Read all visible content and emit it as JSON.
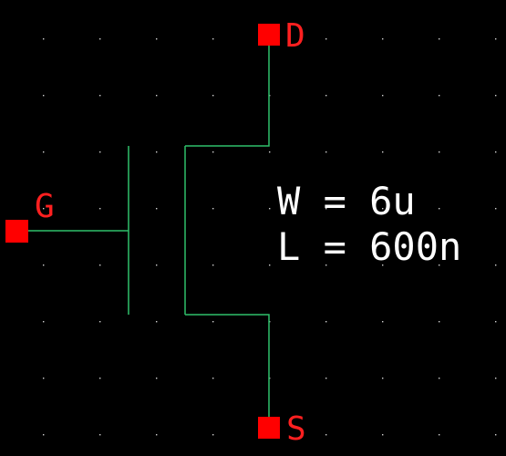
{
  "schematic": {
    "component": "nmos-transistor",
    "pins": {
      "drain": "D",
      "gate": "G",
      "source": "S"
    },
    "parameters": {
      "width_line": "W = 6u",
      "length_line": "L = 600n"
    },
    "colors": {
      "background": "#000000",
      "wire": "#2fbf6a",
      "pin": "#ff0000",
      "pin_label": "#ff2020",
      "parameter_text": "#ffffff",
      "grid_dot": "#d0d0d0"
    }
  }
}
